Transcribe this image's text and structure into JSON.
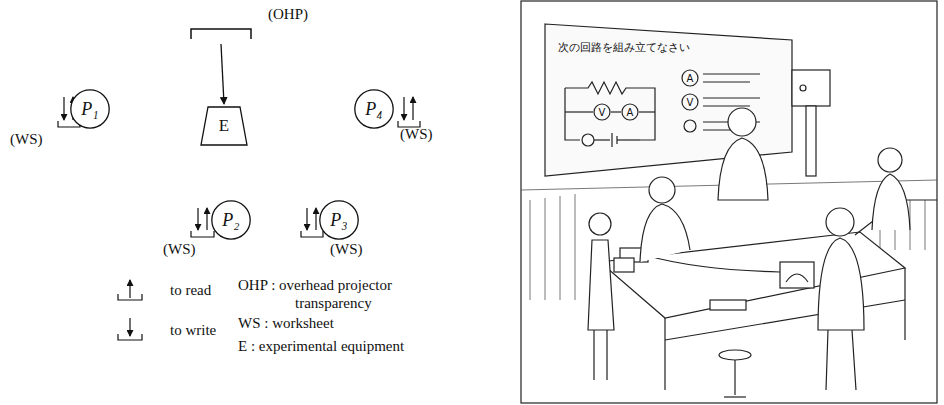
{
  "diagram": {
    "nodes": [
      {
        "text": [
          "(OHP)"
        ]
      },
      {
        "text": [
          "P₁"
        ]
      },
      {
        "text": [
          "E"
        ]
      },
      {
        "text": [
          "P₄"
        ]
      },
      {
        "text": [
          "P₂"
        ]
      },
      {
        "text": [
          "P₃"
        ]
      }
    ],
    "edges": [
      {
        "from": 0,
        "to": 2,
        "arrow": "to"
      }
    ],
    "labels": [
      "(WS)",
      "(WS)",
      "(WS)",
      "(WS)",
      "OHP : overhead projector transparency",
      "WS : worksheet",
      "E : experimental equipment",
      "次の回路を組み立てなさい",
      "A",
      "V",
      "A",
      "V"
    ],
    "legend": [
      {
        "text": "to read"
      },
      {
        "text": "to write"
      }
    ]
  }
}
